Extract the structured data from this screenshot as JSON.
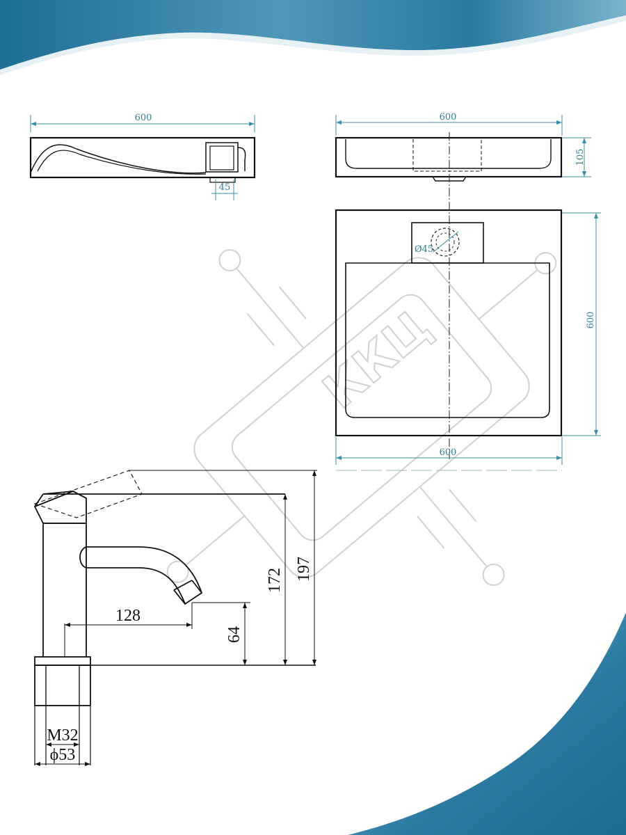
{
  "colors": {
    "wave_dark": "#1f6f93",
    "wave_light": "#7fb8d0",
    "dimension": "#2e7d90",
    "outline": "#111111",
    "watermark": "#c9c9c9"
  },
  "basin_side_view": {
    "width_label": "600",
    "drain_label": "45"
  },
  "basin_front_view": {
    "width_label": "600",
    "height_label": "105"
  },
  "basin_top_view": {
    "width_label": "600",
    "depth_label": "600",
    "drain_diameter_label": "Ø45"
  },
  "faucet_view": {
    "spout_reach_label": "128",
    "spout_height_label": "64",
    "body_height_label": "172",
    "total_height_label": "197",
    "thread_label": "M32",
    "base_diameter_label": "ϕ53"
  },
  "watermark": {
    "text": "ККЦ"
  }
}
